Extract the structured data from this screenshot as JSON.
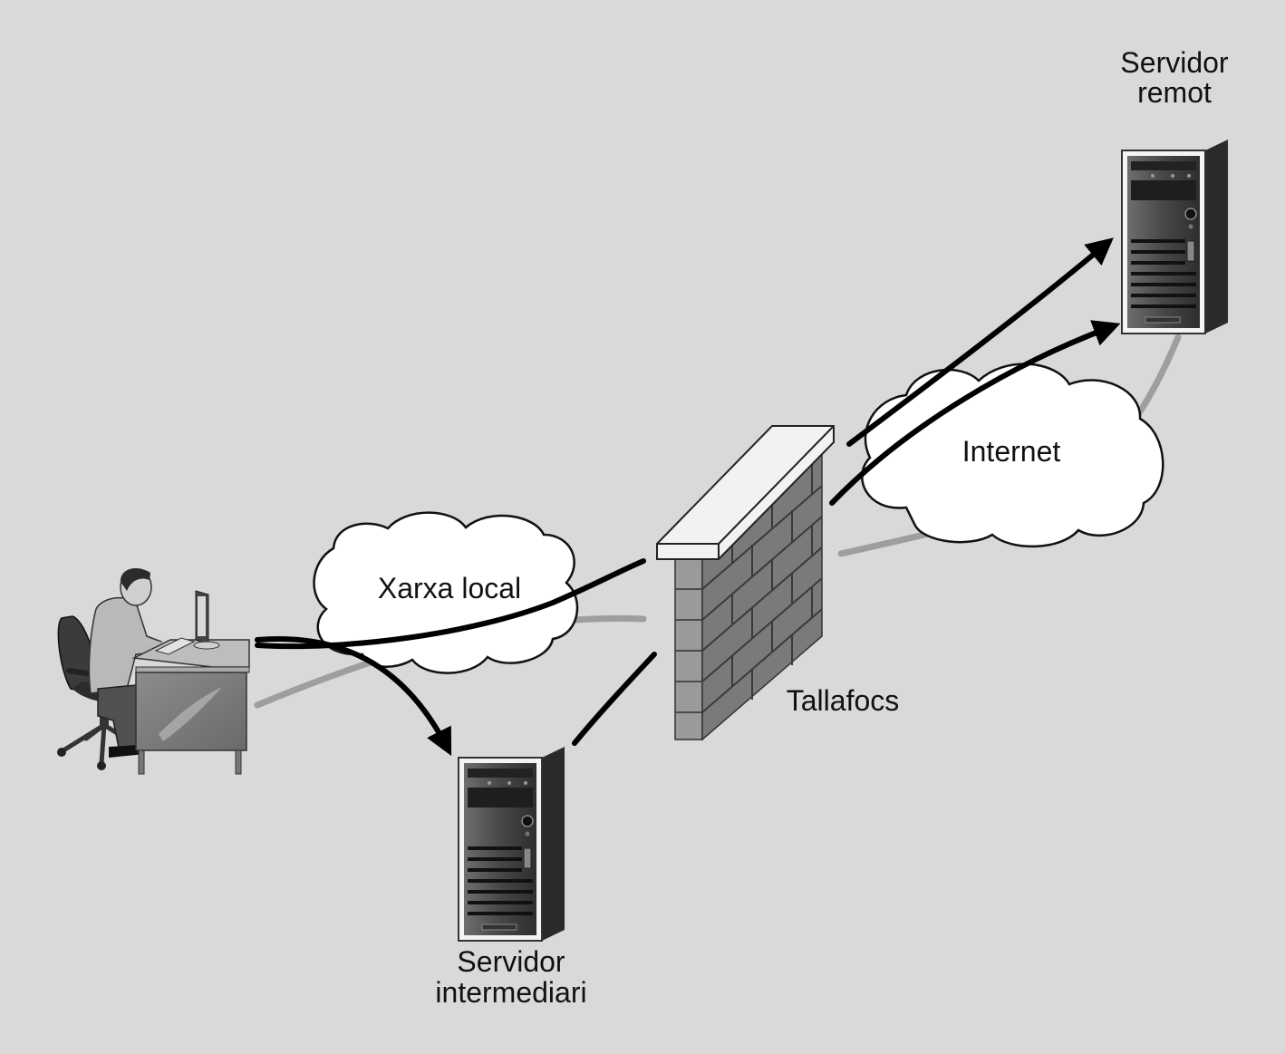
{
  "nodes": {
    "remote_server": {
      "line1": "Servidor",
      "line2": "remot"
    },
    "intermediate_server": {
      "line1": "Servidor",
      "line2": "intermediari"
    },
    "firewall": {
      "label": "Tallafocs"
    },
    "local_network": {
      "label": "Xarxa local"
    },
    "internet": {
      "label": "Internet"
    }
  },
  "colors": {
    "background": "#d9d9d9",
    "cloud_fill": "#ffffff",
    "arrow": "#000000",
    "link_gray": "#9e9e9e"
  },
  "icons": [
    "user-at-desk-icon",
    "server-tower-icon",
    "brick-wall-icon",
    "cloud-icon"
  ]
}
